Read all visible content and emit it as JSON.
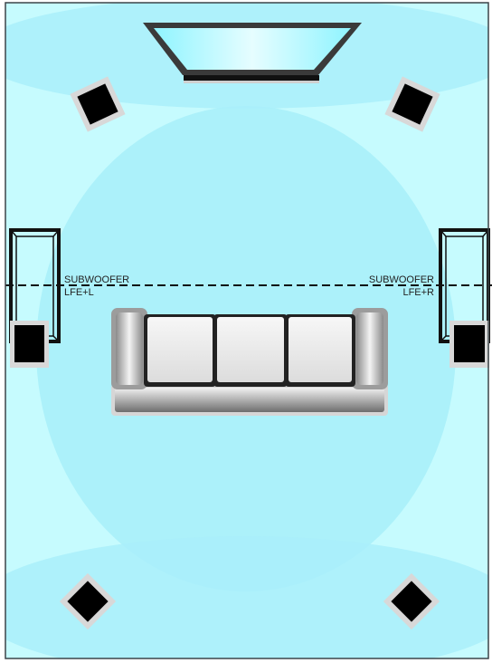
{
  "colors": {
    "room_fill": "#c6fbfe",
    "room_border": "#3c4449",
    "coverage": "#a9effa",
    "tv_frame": "#3a3a3a",
    "tv_screen": "#bff9ff",
    "speaker_body": "#000000",
    "speaker_rim": "#d8d8d8",
    "sofa_cushion": "#ececec",
    "sofa_arm": "#9c9c9c",
    "sofa_base": "#8a8a8a",
    "dashed_line": "#111111"
  },
  "labels": {
    "sub_left_title": "SUBWOOFER",
    "sub_left_channel": "LFE+L",
    "sub_right_title": "SUBWOOFER",
    "sub_right_channel": "LFE+R"
  },
  "icons": {
    "tv": "flat-screen-tv-icon",
    "speaker": "square-speaker-icon",
    "subwoofer": "tower-subwoofer-icon",
    "sofa": "three-seat-sofa-icon"
  }
}
